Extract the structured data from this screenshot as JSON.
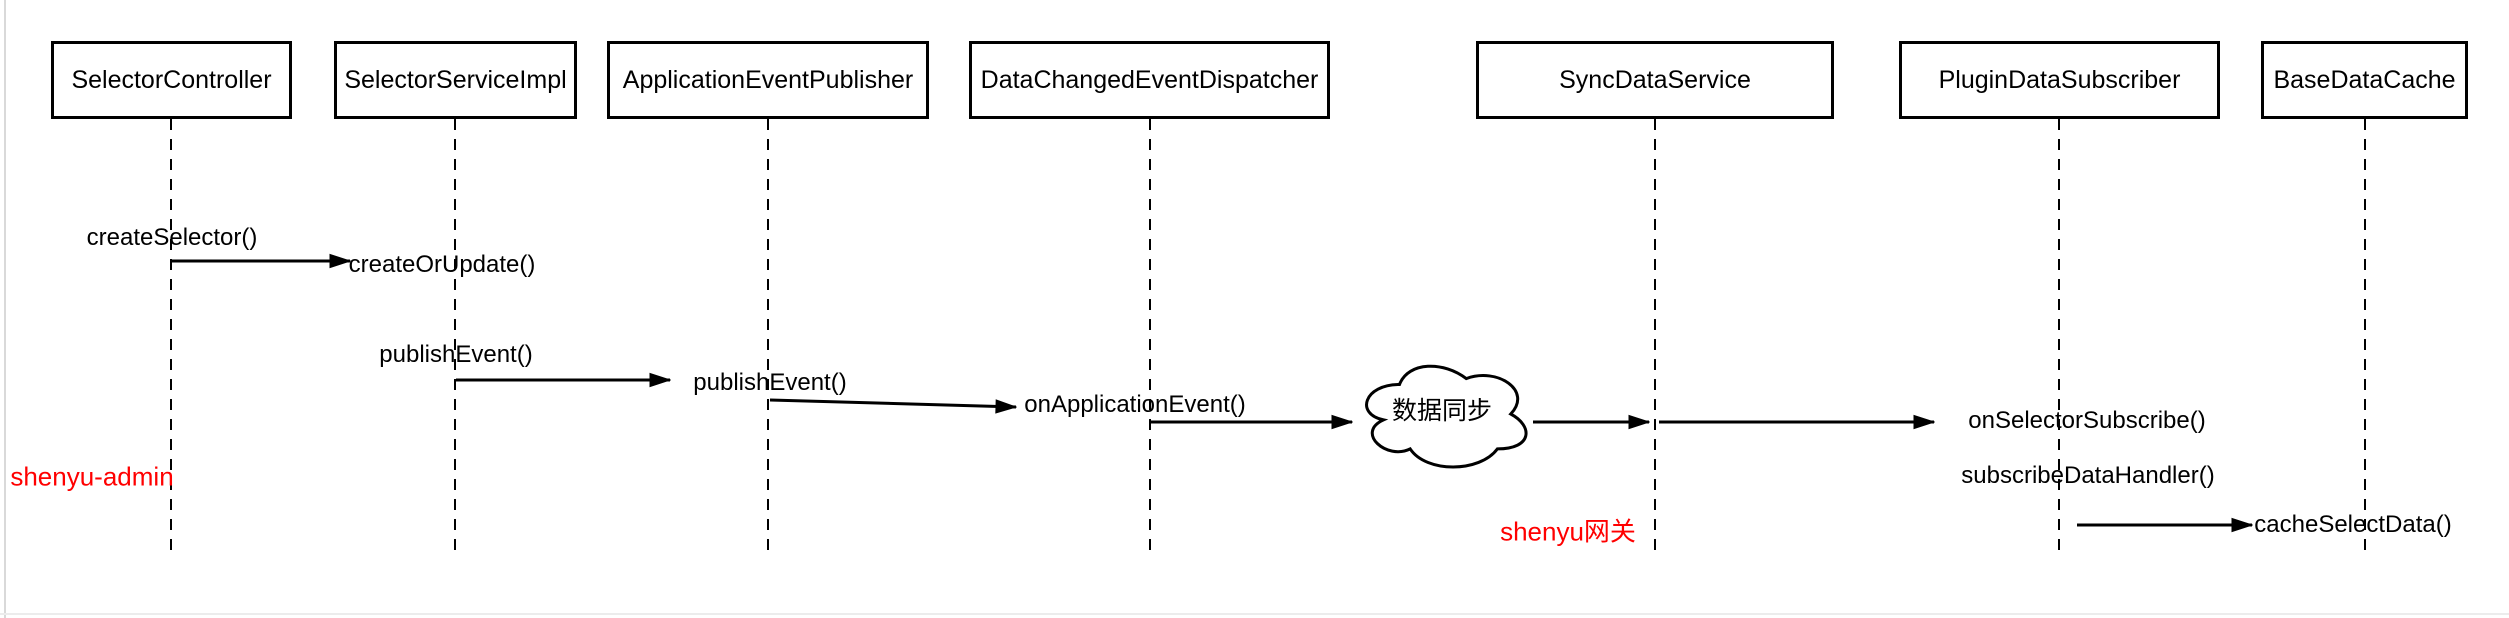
{
  "diagram": {
    "title": "ShenYu selector data sync sequence diagram",
    "participants": [
      {
        "label": "SelectorController"
      },
      {
        "label": "SelectorServiceImpl"
      },
      {
        "label": "ApplicationEventPublisher"
      },
      {
        "label": "DataChangedEventDispatcher"
      },
      {
        "label": "SyncDataService"
      },
      {
        "label": "PluginDataSubscriber"
      },
      {
        "label": "BaseDataCache"
      }
    ],
    "messages": [
      {
        "label": "createSelector()"
      },
      {
        "label": "createOrUpdate()"
      },
      {
        "label": "publishEvent()"
      },
      {
        "label": "publishEvent()"
      },
      {
        "label": "onApplicationEvent()"
      },
      {
        "label": "onSelectorSubscribe()"
      },
      {
        "label": "subscribeDataHandler()"
      },
      {
        "label": "cacheSelectData()"
      }
    ],
    "cloud": {
      "label": "数据同步"
    },
    "annotations": [
      {
        "label": "shenyu-admin"
      },
      {
        "label": "shenyu网关"
      }
    ],
    "colors": {
      "line": "#000000",
      "annotation": "#ff0000",
      "background": "#ffffff",
      "chrome_border": "#d9d9d9"
    }
  }
}
